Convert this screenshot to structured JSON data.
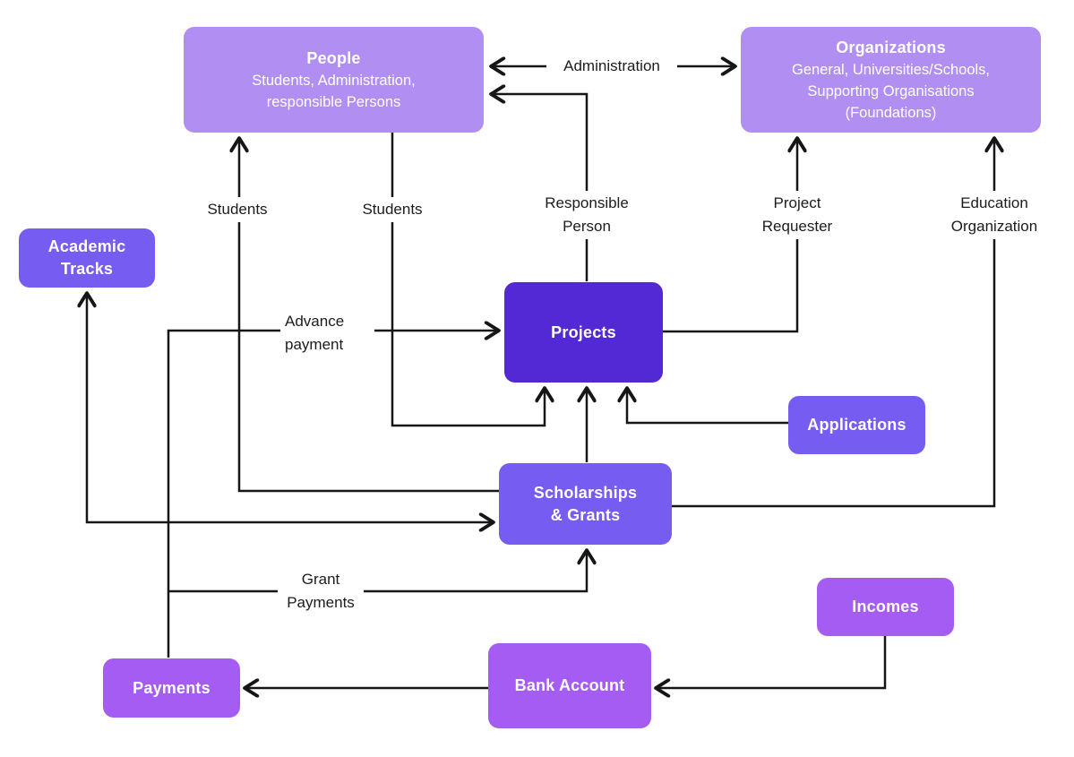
{
  "diagram": {
    "nodes": {
      "people": {
        "title": "People",
        "lines": [
          "Students, Administration,",
          "responsible Persons"
        ]
      },
      "organizations": {
        "title": "Organizations",
        "lines": [
          "General, Universities/Schools,",
          "Supporting Organisations",
          "(Foundations)"
        ]
      },
      "academic_tracks": {
        "lines": [
          "Academic",
          "Tracks"
        ]
      },
      "projects": {
        "title": "Projects"
      },
      "applications": {
        "title": "Applications"
      },
      "scholarships": {
        "lines": [
          "Scholarships",
          "& Grants"
        ]
      },
      "incomes": {
        "title": "Incomes"
      },
      "payments": {
        "title": "Payments"
      },
      "bank_account": {
        "title": "Bank Account"
      }
    },
    "edge_labels": {
      "administration": "Administration",
      "students_1": "Students",
      "students_2": "Students",
      "responsible_person": [
        "Responsible",
        "Person"
      ],
      "project_requester": [
        "Project",
        "Requester"
      ],
      "education_organization": [
        "Education",
        "Organization"
      ],
      "advance_payment": [
        "Advance",
        "payment"
      ],
      "grant_payments": [
        "Grant",
        "Payments"
      ]
    },
    "colors": {
      "light_purple": "#b18ff2",
      "mid_purple": "#775cf2",
      "dark_purple": "#5329d6",
      "bright_purple": "#a55cf2",
      "line": "#161616",
      "node_text": "#ffffff",
      "label_text": "#1c1c1c",
      "background": "#ffffff"
    }
  }
}
